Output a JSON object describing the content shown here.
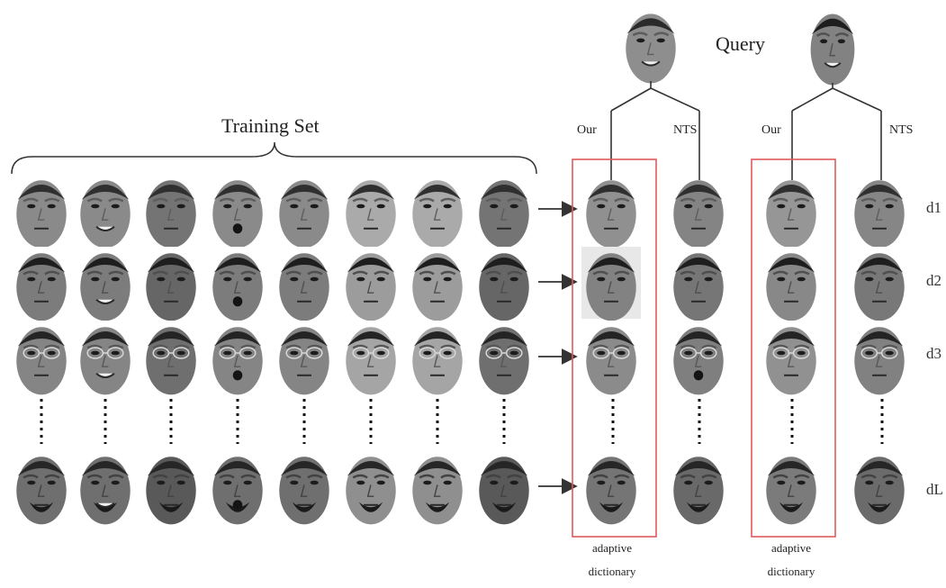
{
  "title": "Training Set",
  "query_label": "Query",
  "branch_labels": {
    "ours": "Our",
    "nts": "NTS"
  },
  "row_labels": [
    "d1",
    "d2",
    "d3",
    "dL"
  ],
  "footer_label": {
    "line1": "adaptive",
    "line2": "dictionary"
  },
  "rows": [
    {
      "id": "d1",
      "tone": "#8a8a8a",
      "hair": "#2f2f2f",
      "glasses": false,
      "beard": false
    },
    {
      "id": "d2",
      "tone": "#7c7c7c",
      "hair": "#1e1e1e",
      "glasses": false,
      "beard": false
    },
    {
      "id": "d3",
      "tone": "#858585",
      "hair": "#242424",
      "glasses": true,
      "beard": false
    },
    {
      "id": "dL",
      "tone": "#6f6f6f",
      "hair": "#262626",
      "glasses": false,
      "beard": true
    }
  ],
  "training_columns": 8,
  "expressions": [
    "neutral",
    "smile",
    "neutral",
    "open-mouth",
    "neutral",
    "neutral",
    "neutral",
    "neutral"
  ],
  "lighting": [
    "normal",
    "normal",
    "dark",
    "normal",
    "normal",
    "light",
    "light",
    "dark"
  ],
  "highlight_color": "#e05a5a",
  "stroke_color": "#333333"
}
